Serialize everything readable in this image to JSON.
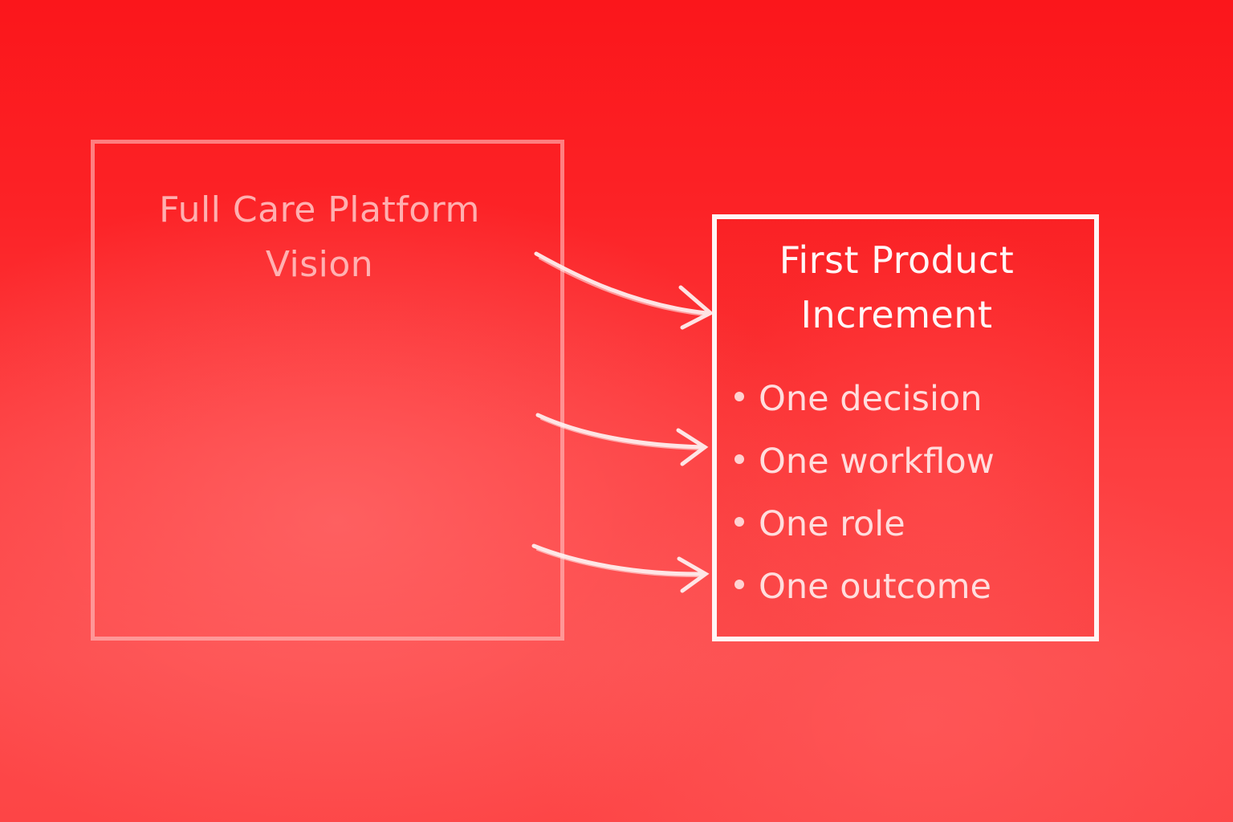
{
  "diagram": {
    "left_box": {
      "title_lines": [
        "Full Care Platform",
        "Vision"
      ]
    },
    "right_box": {
      "title_lines": [
        "First Product",
        "Increment"
      ],
      "items": [
        {
          "label": "One decision"
        },
        {
          "label": "One workflow"
        },
        {
          "label": "One role"
        },
        {
          "label": "One outcome"
        }
      ]
    },
    "arrows": [
      {
        "from": "Full Care Platform Vision",
        "to": "First Product Increment",
        "icon": "arrow-right-icon"
      },
      {
        "from": "Full Care Platform Vision",
        "to": "First Product Increment",
        "icon": "arrow-right-icon"
      },
      {
        "from": "Full Care Platform Vision",
        "to": "First Product Increment",
        "icon": "arrow-right-icon"
      }
    ],
    "colors": {
      "background_top": "#fb161b",
      "background_bottom": "#fd4a4b",
      "faded_chalk": "#ffc8c8",
      "chalk": "#fff5f5"
    }
  }
}
